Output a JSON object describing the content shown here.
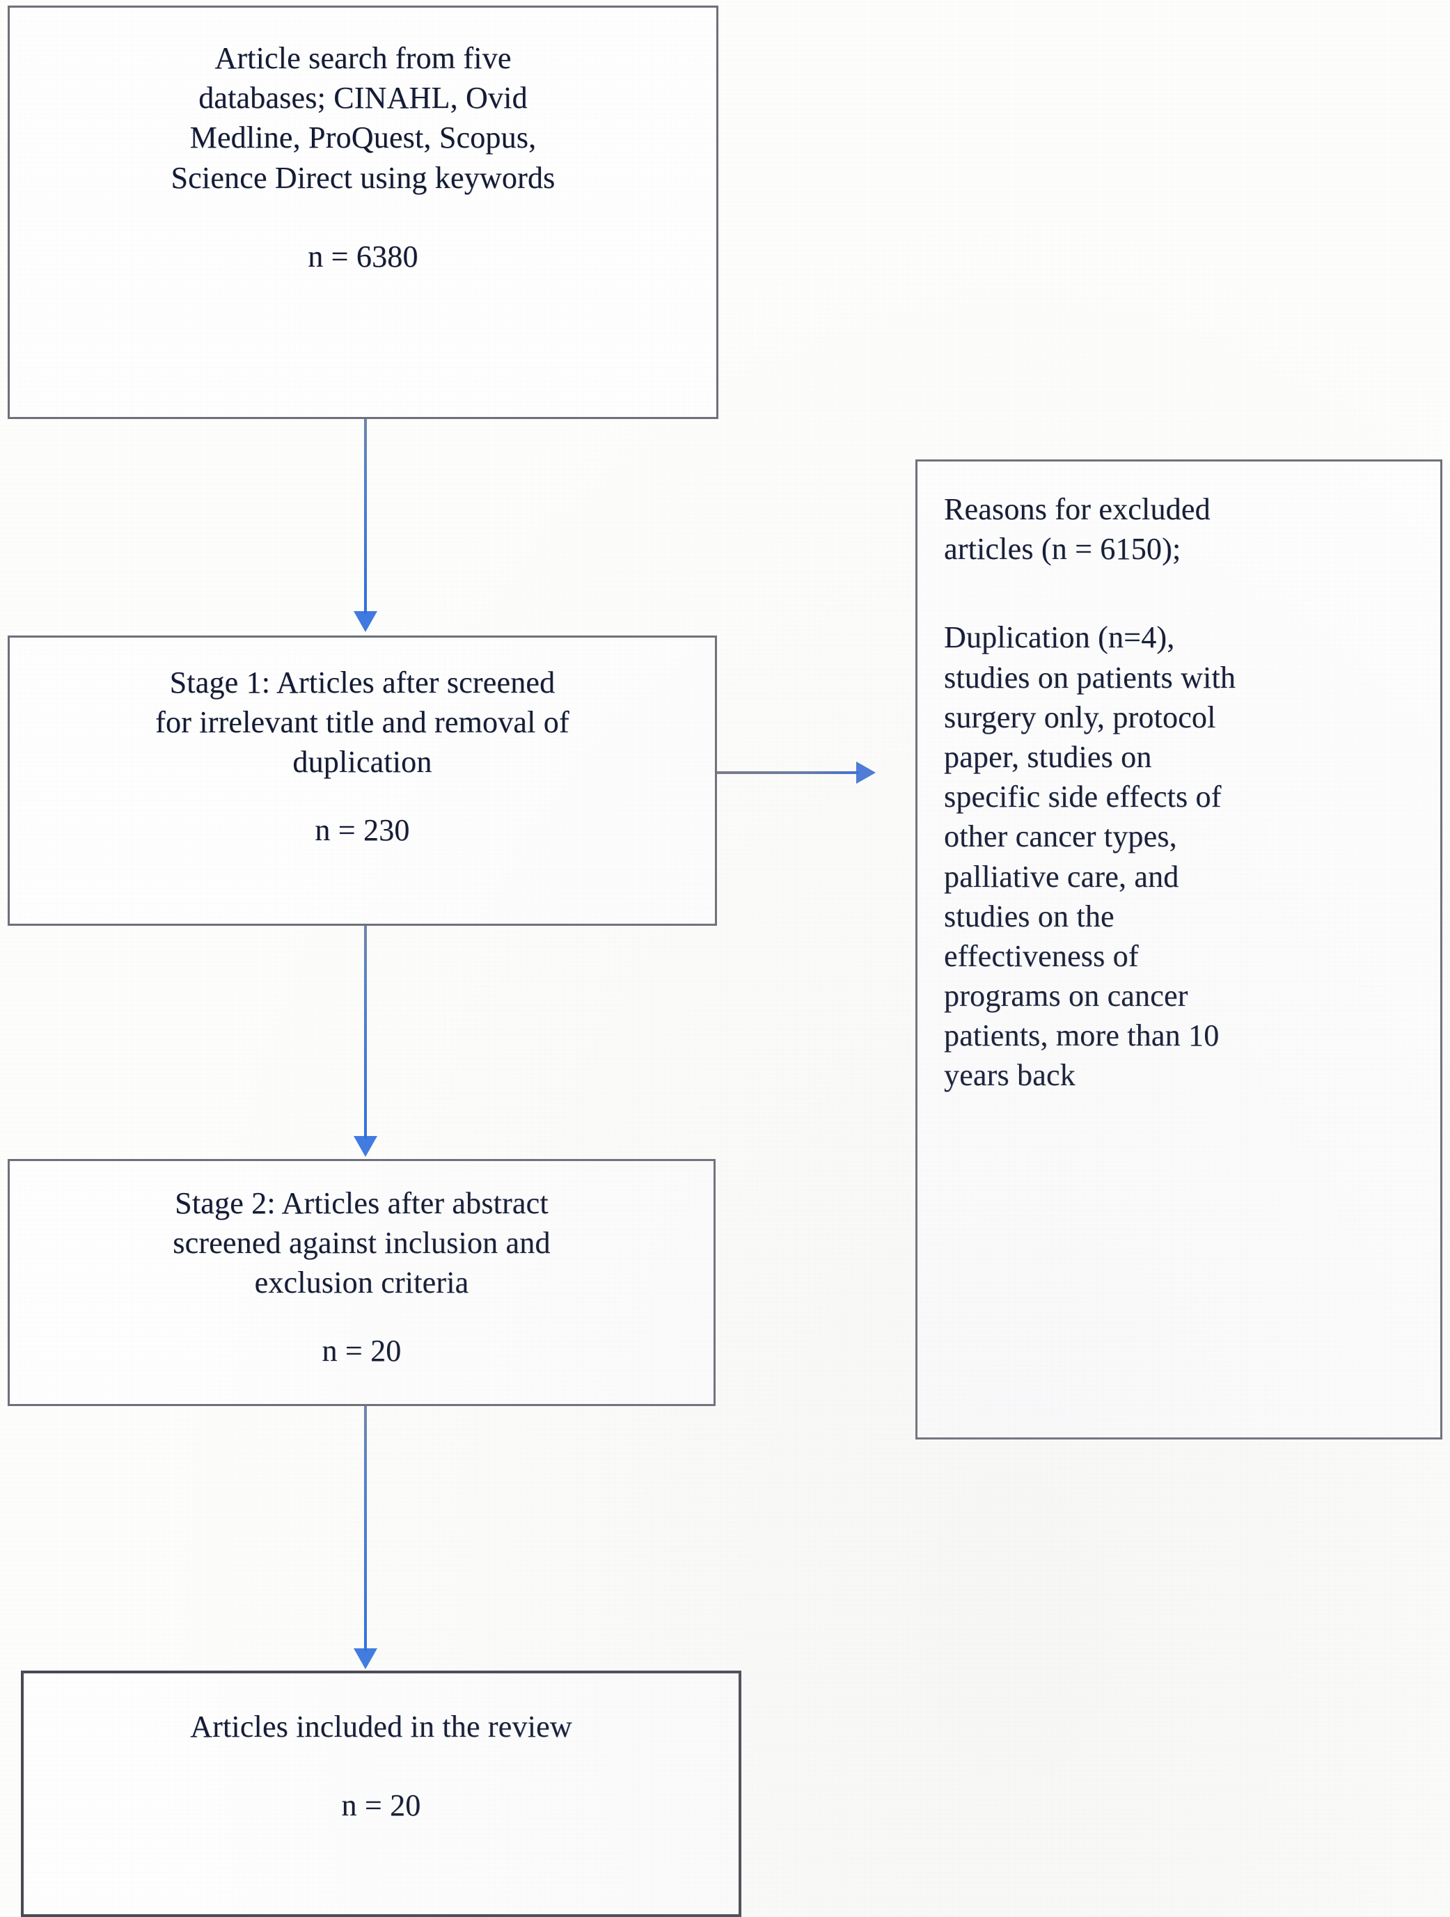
{
  "diagram": {
    "title": "PRISMA article selection flow diagram",
    "accent_arrow_color": "#2f6fdd",
    "box_border_color": "#6e6f7a",
    "text_color": "#131a33"
  },
  "boxes": {
    "search": {
      "name": "Article search from five databases",
      "lines": [
        "Article search from five",
        "databases; CINAHL, Ovid",
        "Medline, ProQuest, Scopus,",
        "Science Direct using keywords"
      ],
      "count_label": "n = 6380"
    },
    "stage1": {
      "name": "Stage 1 screening",
      "lines": [
        "Stage 1: Articles after screened",
        "for irrelevant title and removal of",
        "duplication"
      ],
      "count_label": "n = 230"
    },
    "stage2": {
      "name": "Stage 2 screening",
      "lines": [
        "Stage 2: Articles after abstract",
        "screened against inclusion and",
        "exclusion criteria"
      ],
      "count_label": "n = 20"
    },
    "included": {
      "name": "Articles included in the review",
      "lines": [
        "Articles included in the review"
      ],
      "count_label": "n = 20"
    },
    "excluded": {
      "name": "Reasons for excluded articles",
      "heading_lines": [
        "Reasons for excluded",
        "articles (n = 6150);"
      ],
      "heading_count": "n = 6150",
      "body_lines": [
        "Duplication (n=4),",
        "studies on patients with",
        "surgery only, protocol",
        "paper, studies on",
        "specific side effects of",
        "other cancer types,",
        "palliative care, and",
        "studies on the",
        "effectiveness of",
        "programs on cancer",
        "patients, more than 10",
        "years back"
      ],
      "duplication_count": "n=4",
      "years_back": "10"
    }
  },
  "arrows": {
    "search_to_stage1": "down-arrow",
    "stage1_to_stage2": "down-arrow",
    "stage2_to_included": "down-arrow",
    "stage1_to_excluded": "right-arrow"
  }
}
